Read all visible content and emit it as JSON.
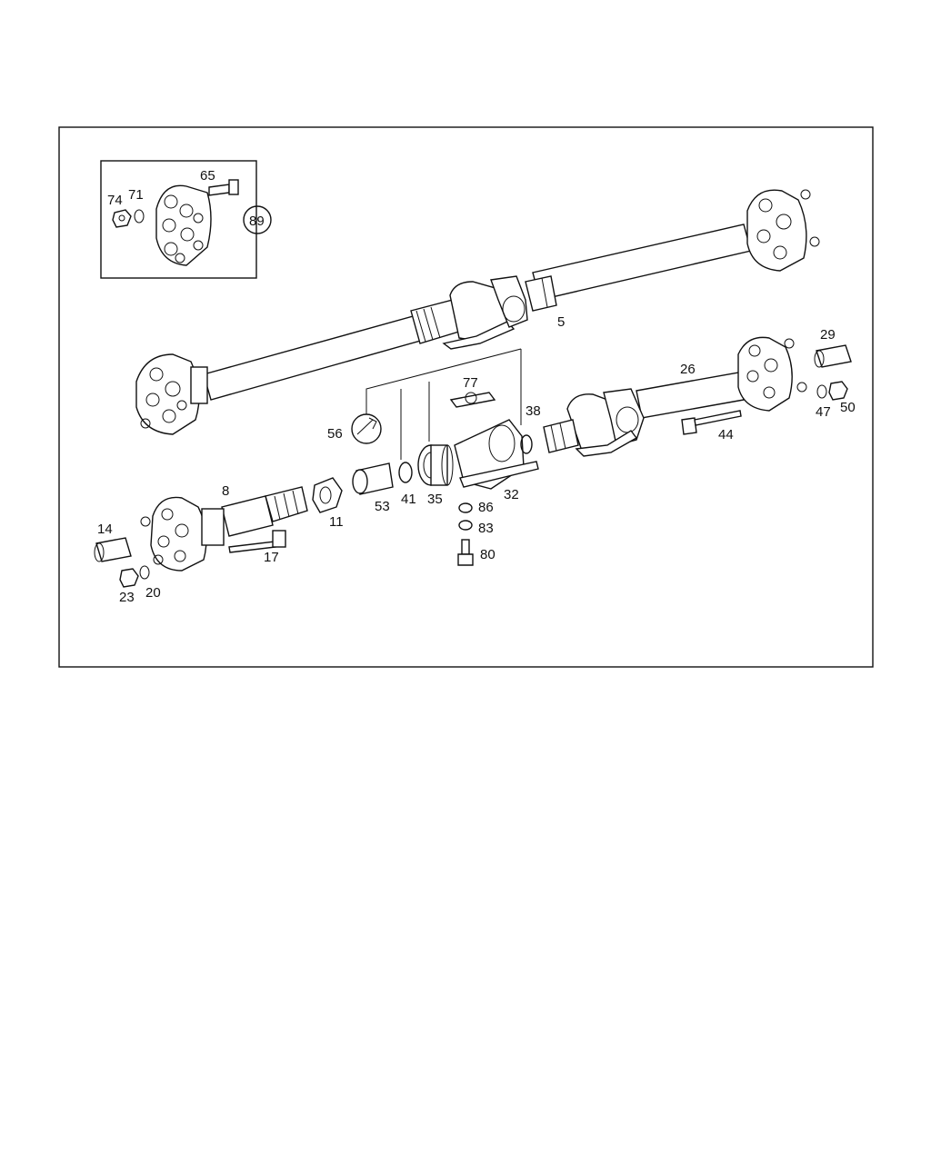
{
  "callouts": {
    "c65": "65",
    "c74": "74",
    "c71": "71",
    "c89": "89",
    "c5": "5",
    "c29": "29",
    "c26": "26",
    "c77": "77",
    "c56": "56",
    "c38": "38",
    "c47": "47",
    "c50": "50",
    "c44": "44",
    "c8": "8",
    "c11": "11",
    "c53": "53",
    "c41": "41",
    "c35": "35",
    "c32": "32",
    "c86": "86",
    "c83": "83",
    "c80": "80",
    "c14": "14",
    "c17": "17",
    "c23": "23",
    "c20": "20"
  }
}
